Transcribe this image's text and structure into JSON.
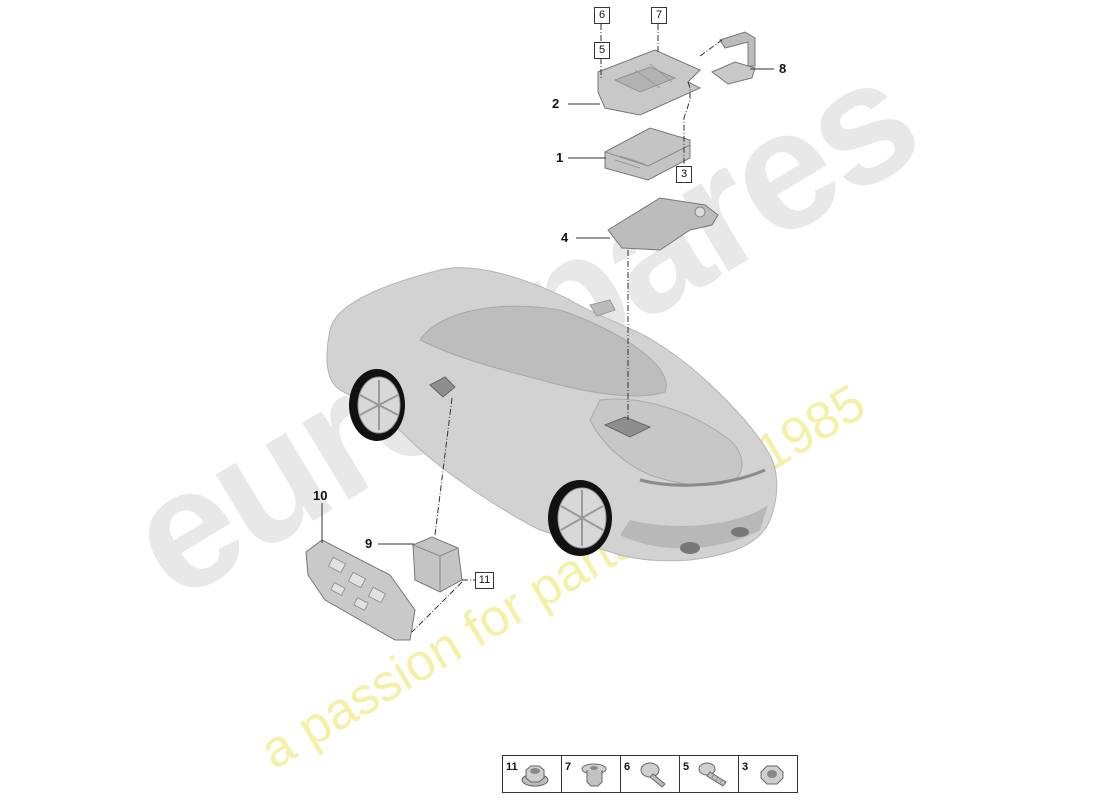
{
  "diagram": {
    "callouts": {
      "c1": "1",
      "c2": "2",
      "c4": "4",
      "c8": "8",
      "c9": "9",
      "c10": "10"
    },
    "boxed_refs": {
      "b6": "6",
      "b7": "7",
      "b5": "5",
      "b3": "3",
      "b11": "11"
    },
    "legend": [
      {
        "label": "11",
        "icon": "flange-nut-icon"
      },
      {
        "label": "7",
        "icon": "collar-nut-icon"
      },
      {
        "label": "6",
        "icon": "button-head-screw-icon"
      },
      {
        "label": "5",
        "icon": "bolt-icon"
      },
      {
        "label": "3",
        "icon": "hex-nut-icon"
      }
    ]
  },
  "watermark": {
    "brand": "eurospares",
    "tagline": "a passion for parts since 1985"
  },
  "colors": {
    "watermark_gray": "#e4e4e4",
    "watermark_yellow": "#f4f0a8",
    "part_fill": "#c6c6c6",
    "car_fill": "#cfcfcf",
    "line": "#333333"
  }
}
